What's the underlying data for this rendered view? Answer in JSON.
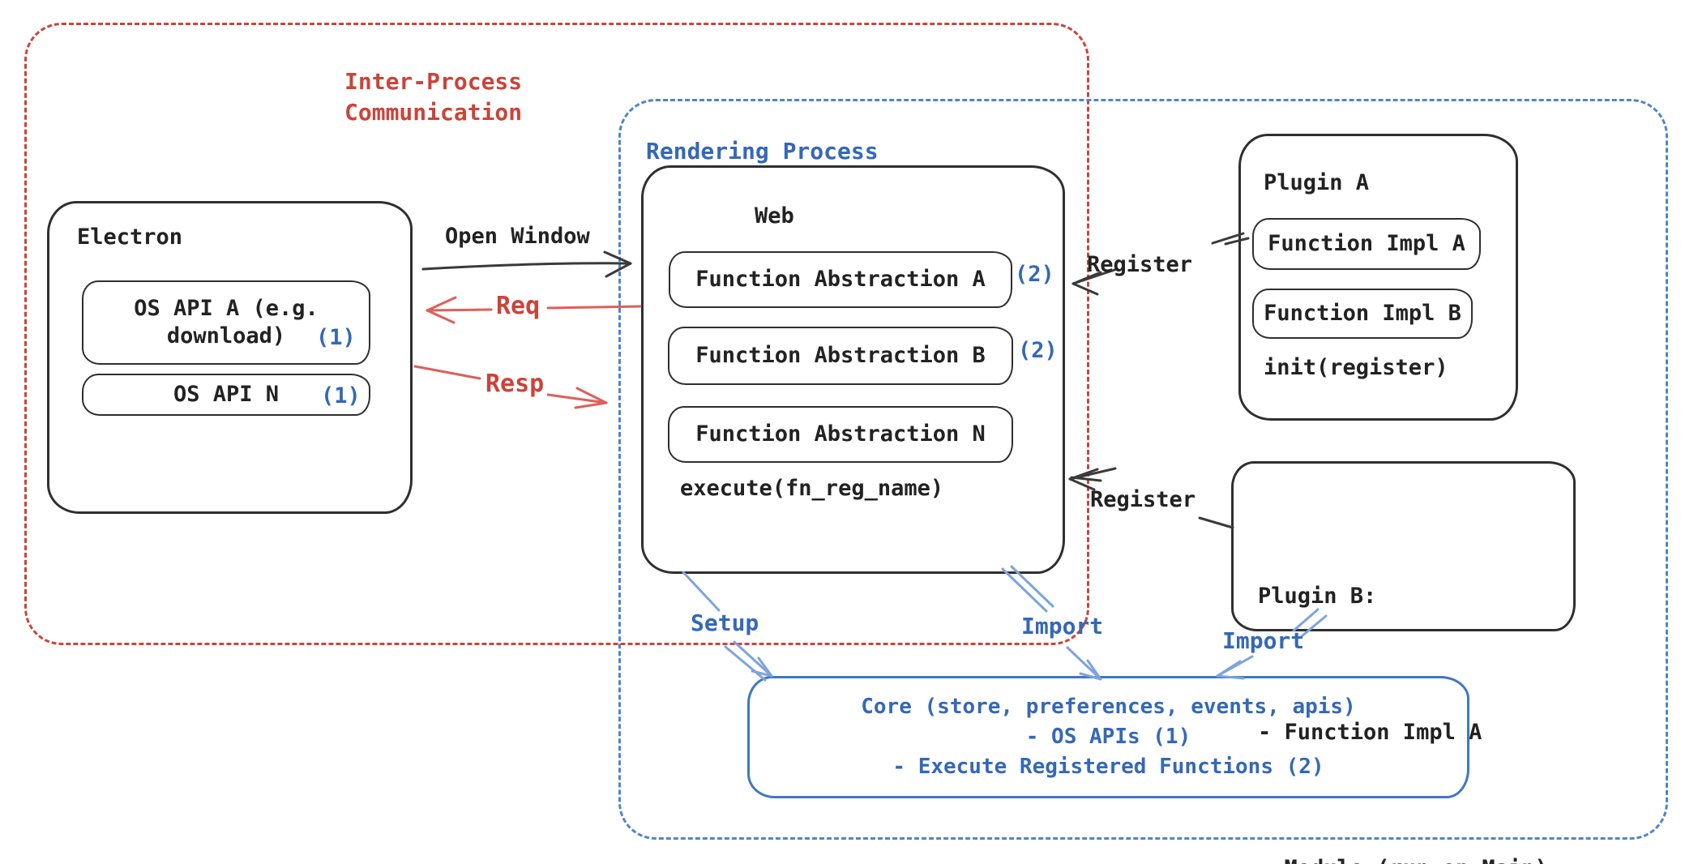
{
  "colors": {
    "bg": "#ffffff",
    "ink": "#222222",
    "arrow_ink": "#3a3a3a",
    "box_border": "#2f2f2f",
    "red": "#cc4339",
    "red_light": "#dd6059",
    "blue": "#3468b8",
    "blue_mid": "#3f77c4",
    "blue_dash": "#4f84cc",
    "blue_light": "#7da3dd"
  },
  "ipc_region": {
    "label": "Inter-Process\nCommunication"
  },
  "rendering_region": {
    "label": "Rendering Process"
  },
  "electron": {
    "title": "Electron",
    "api_a": {
      "line1": "OS API A (e.g.",
      "line2": "download)",
      "badge": "(1)"
    },
    "api_n": {
      "label": "OS API N",
      "badge": "(1)"
    }
  },
  "web": {
    "title": "Web",
    "items": [
      {
        "label": "Function Abstraction A",
        "badge": "(2)"
      },
      {
        "label": "Function Abstraction B",
        "badge": "(2)"
      },
      {
        "label": "Function Abstraction N",
        "badge": ""
      }
    ],
    "footer": "execute(fn_reg_name)"
  },
  "plugin_a": {
    "title": "Plugin A",
    "impl_a": "Function Impl A",
    "impl_b": "Function Impl B",
    "footer": "init(register)"
  },
  "plugin_b": {
    "line1": "Plugin B:",
    "line2": "- Function Impl A",
    "line3": "- Module (run on Main)"
  },
  "core": {
    "line1": "Core (store, preferences, events, apis)",
    "line2": "- OS APIs (1)",
    "line3": "- Execute Registered Functions (2)"
  },
  "flows": {
    "open_window": "Open Window",
    "req": "Req",
    "resp": "Resp",
    "register_top": "Register",
    "register_bottom": "Register",
    "setup": "Setup",
    "import_web": "Import",
    "import_plugin": "Import"
  }
}
